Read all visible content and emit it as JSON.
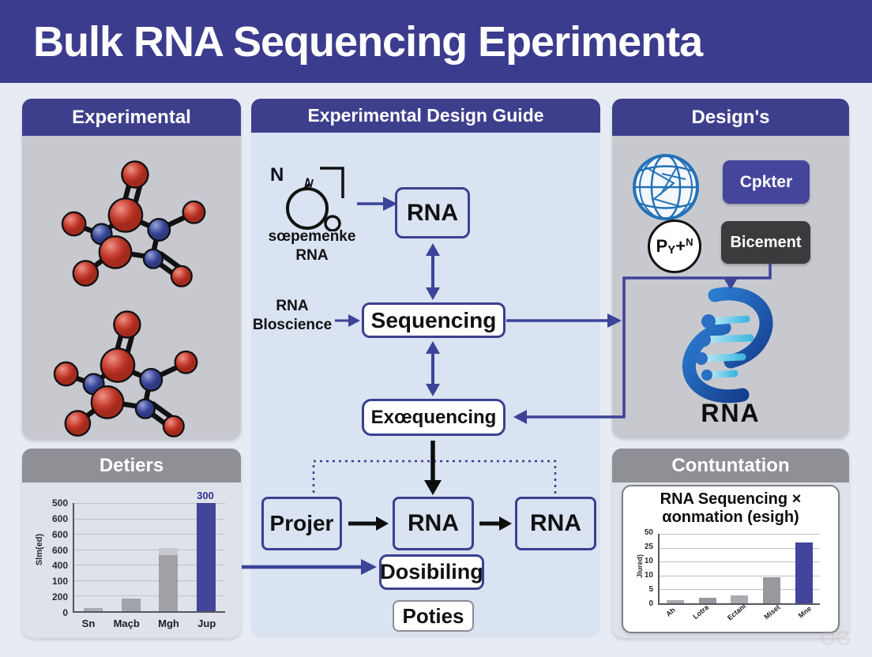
{
  "title": "Bulk RNA Sequencing Eperimenta",
  "panels": {
    "experimental": {
      "header": "Experimental"
    },
    "design_guide": {
      "header": "Experimental Design Guide",
      "icon_label_line1": "sœpemenke",
      "icon_label_line2": "RNA",
      "rna_box": "RNA",
      "side_label_line1": "RNA",
      "side_label_line2": "Bloscience",
      "sequencing_box": "Sequencing",
      "exequencing_box": "Exœquencing",
      "projer_box": "Projer",
      "rna_mid_box": "RNA",
      "rna_right_box": "RNA",
      "dosibiling_box": "Dosibiling",
      "poties_box": "Poties"
    },
    "designs": {
      "header": "Design's",
      "cpkter_button": "Cpkter",
      "bicement_button": "Bicement",
      "py_circle": {
        "p": "P",
        "sub": "Y",
        "plus": "+",
        "sup": "N"
      },
      "rna_label": "RNA"
    },
    "detiers": {
      "header": "Detiers"
    },
    "contuntation": {
      "header": "Contuntation"
    }
  },
  "colors": {
    "banner_blue": "#3b3c8d",
    "header_blue": "#3e3f8c",
    "header_gray": "#8e9095",
    "arrow_blue": "#3c4398",
    "bar_purple": "#42459b",
    "bar_gray": "#a2a4a9",
    "globe_blue": "#2471b8",
    "helix_blue": "#1f5fb0",
    "helix_teal": "#3fb9e0"
  },
  "chart_data": [
    {
      "name": "detiers",
      "type": "bar",
      "title": "",
      "xlabel": "",
      "ylabel": "Slm(ed)",
      "ytick_labels_top_to_bottom": [
        "500",
        "600",
        "600",
        "600",
        "400",
        "100",
        "200",
        "0"
      ],
      "categories": [
        "Sn",
        "Maçb",
        "Mgh",
        "Jup"
      ],
      "values": [
        25,
        95,
        465,
        800
      ],
      "split_values": [
        null,
        null,
        415,
        null
      ],
      "bar_colors": [
        "#a9abb0",
        "#a2a4a9",
        "#9fa1a6",
        "#42459b"
      ],
      "cap_color": "#c6c8cd",
      "value_labels": [
        null,
        null,
        null,
        "300"
      ],
      "ylim": [
        0,
        800
      ],
      "grid": true,
      "legend": "none"
    },
    {
      "name": "contuntation",
      "type": "bar",
      "title": "RNA Sequencing × αonmation (esigh)",
      "title_line1": "RNA Sequencing ×",
      "title_line2": "αonmation (esigh)",
      "xlabel": "",
      "ylabel": "Jlured)",
      "ytick_labels_top_to_bottom": [
        "50",
        "25",
        "10",
        "10",
        "5",
        "0"
      ],
      "categories": [
        "Ah",
        "Lotra",
        "Ectani",
        "Miset",
        "Mne"
      ],
      "values": [
        2.5,
        4,
        5.5,
        19,
        44
      ],
      "split_values": [
        null,
        null,
        null,
        null,
        null
      ],
      "bar_colors": [
        "#a9abb0",
        "#97999e",
        "#a9abb0",
        "#97999e",
        "#42459b"
      ],
      "cap_color": "#c6c8cd",
      "value_labels": [
        null,
        null,
        null,
        null,
        null
      ],
      "ylim": [
        0,
        50
      ],
      "grid": true,
      "legend": "none"
    }
  ],
  "watermark": "OG"
}
